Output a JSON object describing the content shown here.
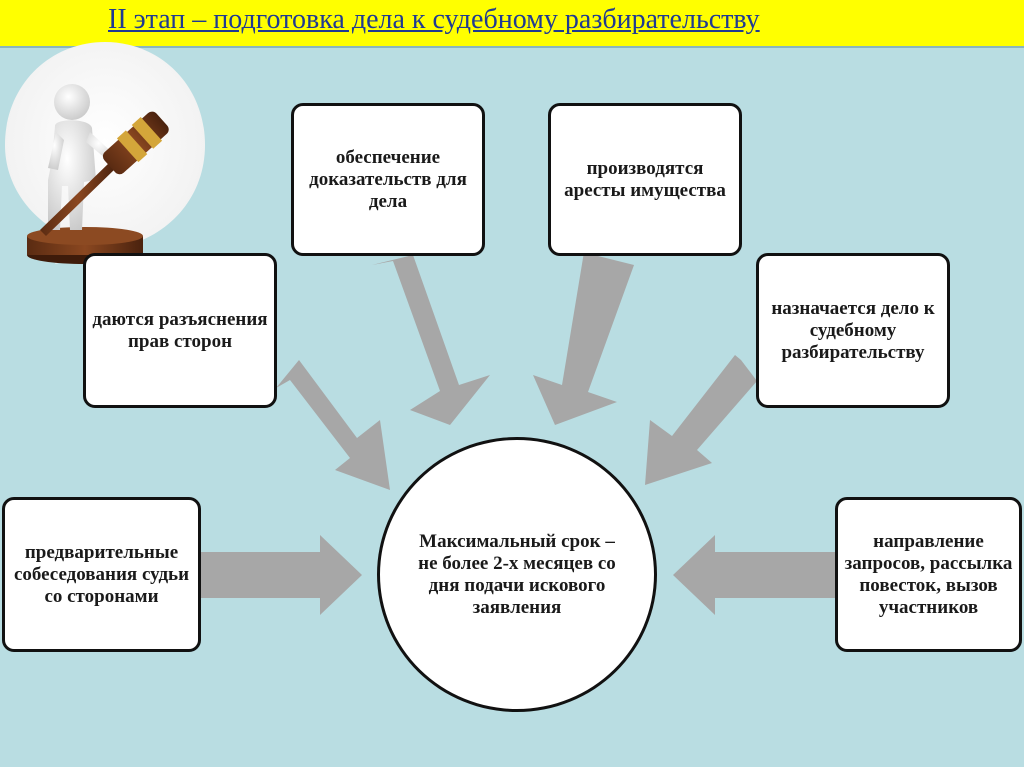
{
  "title": "II этап – подготовка дела к судебному разбирательству",
  "center": "Максимальный срок – не более 2-х месяцев со дня подачи искового заявления",
  "boxes": {
    "box1": "обеспечение доказательств для дела",
    "box2": "производятся аресты имущества",
    "box3": "даются разъяснения прав сторон",
    "box4": "назначается дело к судебному разбирательству",
    "box5": "предварительные собеседования судьи со сторонами",
    "box6": "направление запросов, рассылка повесток, вызов участников"
  },
  "colors": {
    "title_bg": "#ffff00",
    "title_text": "#1f3a93",
    "panel_bg": "#b9dde2",
    "arrow": "#a7a7a7"
  }
}
